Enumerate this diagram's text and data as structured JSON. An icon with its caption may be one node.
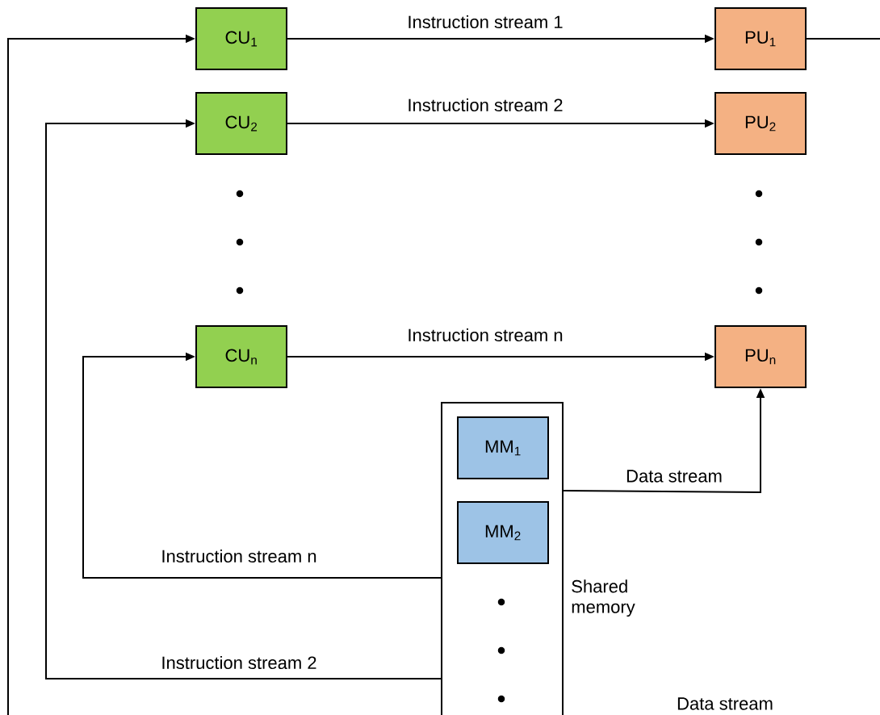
{
  "diagram": {
    "nodes": [
      {
        "text": [
          "CU$_{1}$"
        ]
      },
      {
        "text": [
          "PU$_{1}$"
        ]
      },
      {
        "text": [
          "CU$_{2}$"
        ]
      },
      {
        "text": [
          "PU$_{2}$"
        ]
      },
      {
        "text": [
          "CU$_{n}$"
        ]
      },
      {
        "text": [
          "PU$_{n}$"
        ]
      },
      {
        "text": [
          "Shared memory"
        ]
      },
      {
        "text": [
          "MM$_{1}$"
        ],
        "in": 6
      },
      {
        "text": [
          "MM$_{2}$"
        ],
        "in": 6
      }
    ],
    "edges": [
      {
        "from": 0,
        "to": 1,
        "arrow": "to",
        "label": "Instruction stream 1"
      },
      {
        "from": 2,
        "to": 3,
        "arrow": "to",
        "label": "Instruction stream 2"
      },
      {
        "from": 4,
        "to": 5,
        "arrow": "to",
        "label": "Instruction stream n"
      },
      {
        "from": 6,
        "to": 5,
        "arrow": "to",
        "label": "Data stream"
      },
      {
        "from": 6,
        "to": 4,
        "arrow": "to",
        "label": "Instruction stream n"
      },
      {
        "from": 6,
        "to": 2,
        "arrow": "to",
        "label": "Instruction stream 2"
      },
      {
        "from": null,
        "to": 0,
        "arrow": "to"
      },
      {
        "from": 1,
        "to": null,
        "arrow": "none"
      }
    ],
    "labels": [
      "Data stream"
    ]
  }
}
